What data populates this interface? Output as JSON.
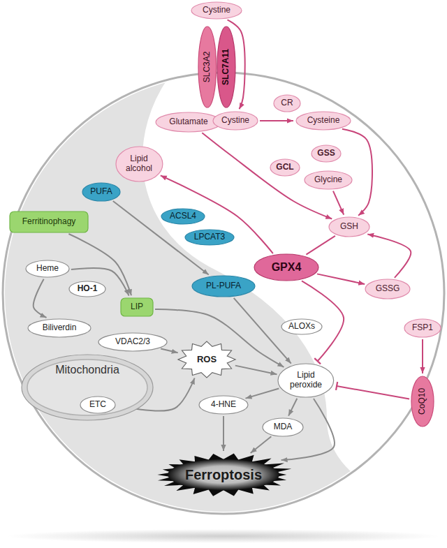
{
  "diagram": {
    "nodes": [
      {
        "text": [
          "Cystine"
        ]
      },
      {
        "text": [
          "SLC3A2"
        ]
      },
      {
        "text": [
          "SLC7A11"
        ]
      },
      {
        "text": [
          "Glutamate"
        ]
      },
      {
        "text": [
          "Cystine"
        ]
      },
      {
        "text": [
          "CR"
        ]
      },
      {
        "text": [
          "Cysteine"
        ]
      },
      {
        "text": [
          "Lipid alcohol"
        ]
      },
      {
        "text": [
          "GSS"
        ]
      },
      {
        "text": [
          "GCL"
        ]
      },
      {
        "text": [
          "Glycine"
        ]
      },
      {
        "text": [
          "PUFA"
        ]
      },
      {
        "text": [
          "Ferritinophagy"
        ]
      },
      {
        "text": [
          "GSH"
        ]
      },
      {
        "text": [
          "ACSL4"
        ]
      },
      {
        "text": [
          "LPCAT3"
        ]
      },
      {
        "text": [
          "Heme"
        ]
      },
      {
        "text": [
          "HO-1"
        ]
      },
      {
        "text": [
          "GPX4"
        ]
      },
      {
        "text": [
          "PL-PUFA"
        ]
      },
      {
        "text": [
          "GSSG"
        ]
      },
      {
        "text": [
          "LIP"
        ]
      },
      {
        "text": [
          "FSP1"
        ]
      },
      {
        "text": [
          "Biliverdin"
        ]
      },
      {
        "text": [
          "VDAC2/3"
        ]
      },
      {
        "text": [
          "ALOXs"
        ]
      },
      {
        "text": [
          "ROS"
        ]
      },
      {
        "text": [
          "Mitochondria"
        ]
      },
      {
        "text": [
          "Lipid peroxide"
        ]
      },
      {
        "text": [
          "ETC"
        ],
        "in": 27
      },
      {
        "text": [
          "CoQ10"
        ]
      },
      {
        "text": [
          "4-HNE"
        ]
      },
      {
        "text": [
          "MDA"
        ]
      },
      {
        "text": [
          "Ferroptosis"
        ]
      }
    ],
    "edges": [
      {
        "from": 0,
        "to": 4,
        "arrow": "to"
      },
      {
        "from": 4,
        "to": 6,
        "arrow": "to"
      },
      {
        "from": 3,
        "to": 13,
        "arrow": "to"
      },
      {
        "from": 6,
        "to": 13,
        "arrow": "to"
      },
      {
        "from": 10,
        "to": 13,
        "arrow": "to"
      },
      {
        "from": 13,
        "to": 18,
        "arrow": "none"
      },
      {
        "from": 18,
        "to": 20,
        "arrow": "to"
      },
      {
        "from": 20,
        "to": 13,
        "arrow": "to"
      },
      {
        "from": 18,
        "to": 7,
        "arrow": "to"
      },
      {
        "from": 18,
        "to": 28,
        "arrow": "to"
      },
      {
        "from": 22,
        "to": 30,
        "arrow": "to"
      },
      {
        "from": 30,
        "to": 28,
        "arrow": "to"
      },
      {
        "from": 11,
        "to": 19,
        "arrow": "to"
      },
      {
        "from": 12,
        "to": 21,
        "arrow": "to"
      },
      {
        "from": 16,
        "to": 21,
        "arrow": "to"
      },
      {
        "from": 16,
        "to": 23,
        "arrow": "to"
      },
      {
        "from": 21,
        "to": 28,
        "arrow": "to"
      },
      {
        "from": 19,
        "to": 28,
        "arrow": "to"
      },
      {
        "from": 24,
        "to": 26,
        "arrow": "to"
      },
      {
        "from": 29,
        "to": 26,
        "arrow": "to"
      },
      {
        "from": 26,
        "to": 28,
        "arrow": "to"
      },
      {
        "from": 28,
        "to": 31,
        "arrow": "to"
      },
      {
        "from": 28,
        "to": 32,
        "arrow": "to"
      },
      {
        "from": 28,
        "to": 33,
        "arrow": "to"
      },
      {
        "from": 31,
        "to": 33,
        "arrow": "to"
      },
      {
        "from": 32,
        "to": 33,
        "arrow": "to"
      }
    ]
  }
}
